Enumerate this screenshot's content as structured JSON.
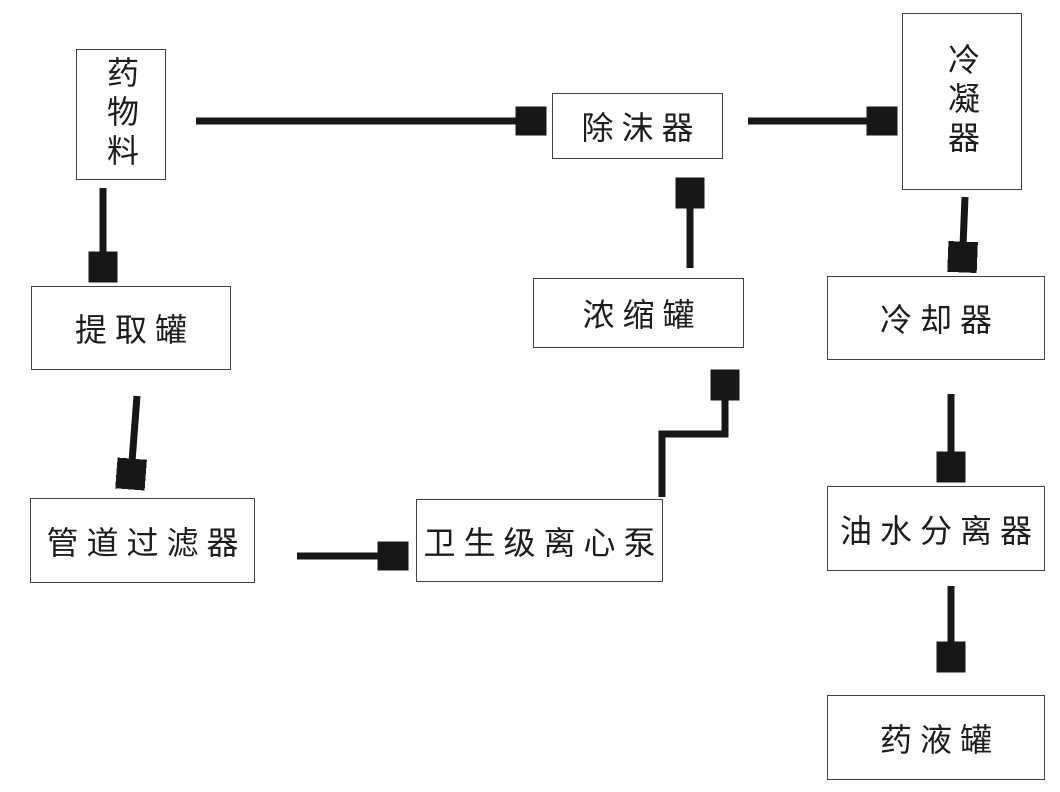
{
  "diagram": {
    "type": "process-flowchart",
    "language": "zh-CN",
    "colors": {
      "background": "#ffffff",
      "box_border": "#3f3f3f",
      "arrow": "#171717",
      "text": "#1c1c1c"
    }
  },
  "nodes": [
    {
      "id": "drug-material",
      "label": "药物料",
      "text_orientation": "vertical"
    },
    {
      "id": "extraction-tank",
      "label": "提取罐",
      "text_orientation": "horizontal"
    },
    {
      "id": "pipeline-filter",
      "label": "管道过滤器",
      "text_orientation": "horizontal"
    },
    {
      "id": "sanitary-centrifugal-pump",
      "label": "卫生级离心泵",
      "text_orientation": "horizontal"
    },
    {
      "id": "concentration-tank",
      "label": "浓缩罐",
      "text_orientation": "horizontal"
    },
    {
      "id": "demister",
      "label": "除沫器",
      "text_orientation": "horizontal"
    },
    {
      "id": "condenser",
      "label": "冷凝器",
      "text_orientation": "vertical"
    },
    {
      "id": "cooler",
      "label": "冷却器",
      "text_orientation": "horizontal"
    },
    {
      "id": "oil-water-separator",
      "label": "油水分离器",
      "text_orientation": "horizontal"
    },
    {
      "id": "liquid-medicine-tank",
      "label": "药液罐",
      "text_orientation": "horizontal"
    }
  ],
  "edges": [
    {
      "from": "drug-material",
      "to": "demister",
      "shape": "straight"
    },
    {
      "from": "demister",
      "to": "condenser",
      "shape": "straight"
    },
    {
      "from": "drug-material",
      "to": "extraction-tank",
      "shape": "straight"
    },
    {
      "from": "extraction-tank",
      "to": "pipeline-filter",
      "shape": "straight"
    },
    {
      "from": "pipeline-filter",
      "to": "sanitary-centrifugal-pump",
      "shape": "straight"
    },
    {
      "from": "sanitary-centrifugal-pump",
      "to": "concentration-tank",
      "shape": "elbow"
    },
    {
      "from": "concentration-tank",
      "to": "demister",
      "shape": "straight"
    },
    {
      "from": "condenser",
      "to": "cooler",
      "shape": "straight"
    },
    {
      "from": "cooler",
      "to": "oil-water-separator",
      "shape": "straight"
    },
    {
      "from": "oil-water-separator",
      "to": "liquid-medicine-tank",
      "shape": "straight"
    }
  ]
}
